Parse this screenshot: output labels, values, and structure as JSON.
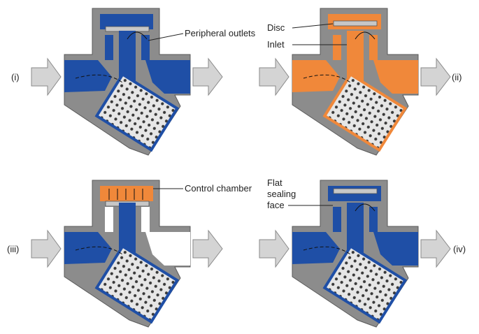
{
  "panels": [
    {
      "id": "i",
      "numeral": "(i)",
      "fluid_color": "#1f4fa6",
      "chamber_color": "#1f4fa6",
      "outlet_color": "#1f4fa6",
      "body_color": "#8c8c8c"
    },
    {
      "id": "ii",
      "numeral": "(ii)",
      "fluid_color": "#f0883a",
      "chamber_color": "#f0883a",
      "outlet_color": "#f0883a",
      "body_color": "#8c8c8c"
    },
    {
      "id": "iii",
      "numeral": "(iii)",
      "fluid_color": "#1f4fa6",
      "chamber_color": "#f0883a",
      "outlet_color": "#ffffff",
      "body_color": "#8c8c8c"
    },
    {
      "id": "iv",
      "numeral": "(iv)",
      "fluid_color": "#1f4fa6",
      "chamber_color": "#1f4fa6",
      "outlet_color": "#1f4fa6",
      "body_color": "#8c8c8c"
    }
  ],
  "labels": {
    "peripheral_outlets": "Peripheral outlets",
    "disc": "Disc",
    "inlet": "Inlet",
    "control_chamber": "Control chamber",
    "flat_sealing_face": [
      "Flat",
      "sealing",
      "face"
    ]
  },
  "colors": {
    "arrow_fill": "#d4d4d4",
    "arrow_stroke": "#8a8a8a",
    "strainer_fill": "#e6e6e6",
    "strainer_dots": "#3a3a3a",
    "leader_line": "#222222"
  }
}
